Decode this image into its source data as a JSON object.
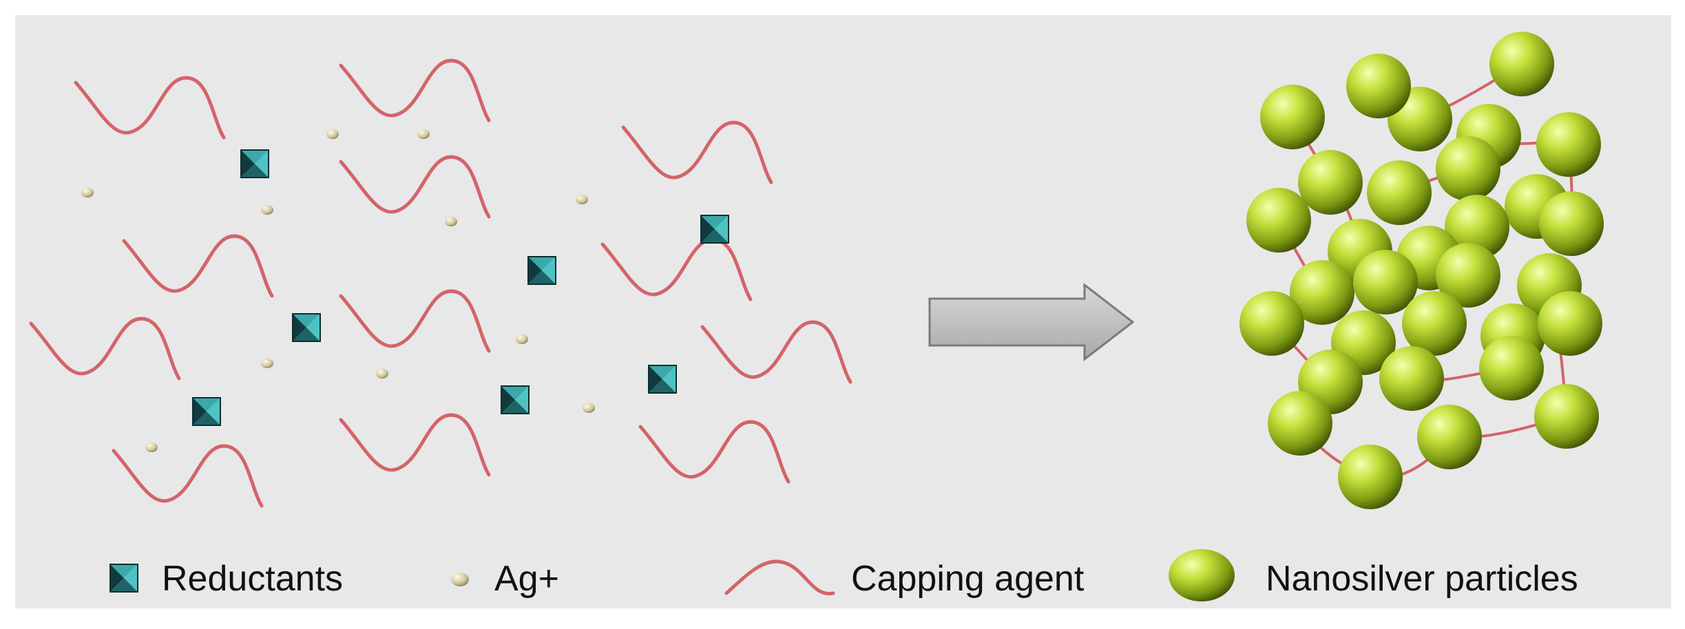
{
  "legend": {
    "reductants": "Reductants",
    "ag_ion": "Ag+",
    "capping_agent": "Capping agent",
    "nanosilver": "Nanosilver particles"
  },
  "colors": {
    "panel_background": "#e8e8e8",
    "capping_agent": "#d4636a",
    "reductant_light": "#4fc3c4",
    "reductant_dark": "#0f3b3e",
    "ag_ion": "#c9c39a",
    "nanoparticle": "#a9cc2a",
    "arrow_fill": "#c2c2c2",
    "arrow_stroke": "#7a7a7a"
  },
  "icons": {
    "reductant": "teal-pyramid-cube-icon",
    "ag_ion": "small-beige-sphere-icon",
    "capping_agent": "red-wave-line-icon",
    "nanosilver": "green-sphere-icon",
    "process": "right-arrow-icon"
  }
}
